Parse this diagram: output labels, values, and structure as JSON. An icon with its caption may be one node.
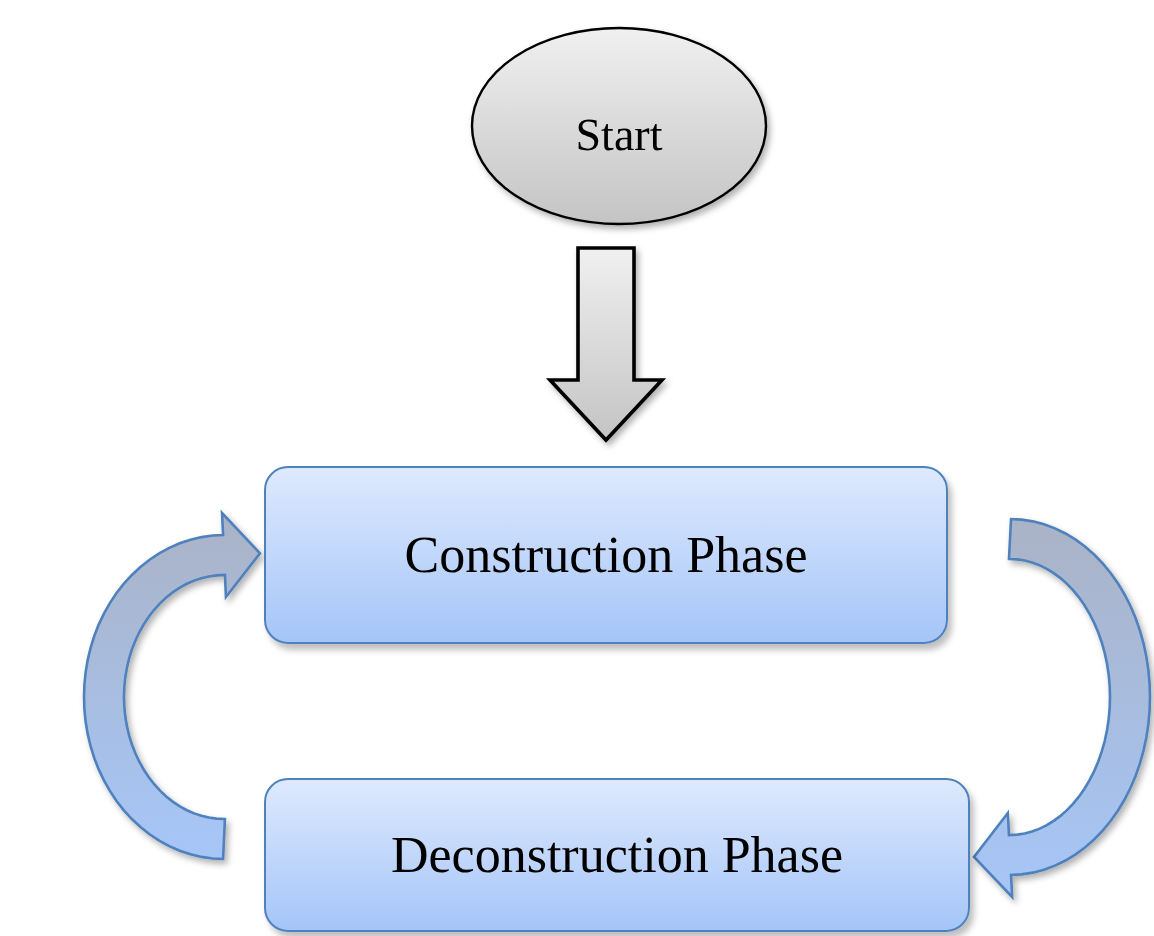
{
  "diagram": {
    "nodes": [
      {
        "text": [
          "Start"
        ]
      },
      {
        "text": [
          "Construction Phase"
        ]
      },
      {
        "text": [
          "Deconstruction Phase"
        ]
      }
    ],
    "edges": [
      {
        "from": 0,
        "to": 1,
        "arrow": "to",
        "style": "thick"
      },
      {
        "from": 1,
        "to": 2,
        "arrow": "to",
        "style": "thick"
      },
      {
        "from": 2,
        "to": 1,
        "arrow": "to",
        "style": "thick"
      }
    ]
  }
}
